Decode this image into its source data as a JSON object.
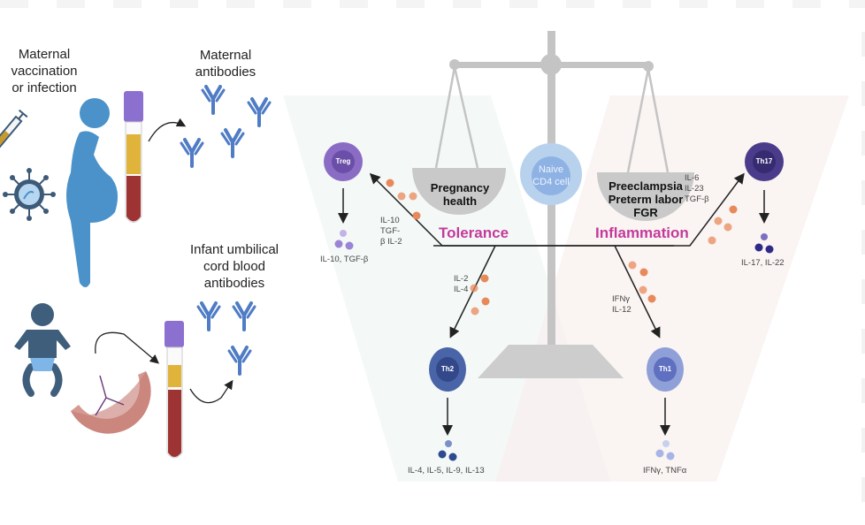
{
  "left_panel": {
    "maternal_exposure": [
      "Maternal",
      "vaccination",
      "or infection"
    ],
    "maternal_antibodies": [
      "Maternal",
      "antibodies"
    ],
    "infant_antibodies": [
      "Infant umbilical",
      "cord blood",
      "antibodies"
    ]
  },
  "scale": {
    "left_pan": [
      "Pregnancy",
      "health"
    ],
    "right_pan": [
      "Preeclampsia",
      "Preterm labor",
      "FGR"
    ],
    "center_cell": [
      "Naive",
      "CD4 cell"
    ],
    "left_label": "Tolerance",
    "right_label": "Inflammation"
  },
  "cells": {
    "treg": {
      "name": "Treg",
      "inputs": [
        "IL-10",
        "TGF-",
        "β IL-2"
      ],
      "outputs": "IL-10, TGF-β",
      "color": "#8a6cc4"
    },
    "th17": {
      "name": "Th17",
      "inputs": [
        "IL-6",
        "IL-23",
        "TGF-β"
      ],
      "outputs": "IL-17, IL-22",
      "color": "#4a3c8a"
    },
    "th2": {
      "name": "Th2",
      "inputs": [
        "IL-2",
        "IL-4"
      ],
      "outputs": "IL-4, IL-5, IL-9, IL-13",
      "color": "#4a64a8"
    },
    "th1": {
      "name": "Th1",
      "inputs": [
        "IFNγ",
        "IL-12"
      ],
      "outputs": "IFNγ, TNFα",
      "color": "#8fa0d8"
    }
  },
  "colors": {
    "tolerance": "#c43a9a",
    "antibody": "#4f7cc4",
    "person": "#4a92c9",
    "infant": "#3f5e7c",
    "cytokine": "#e8895a",
    "scale": "#c4c4c4"
  }
}
